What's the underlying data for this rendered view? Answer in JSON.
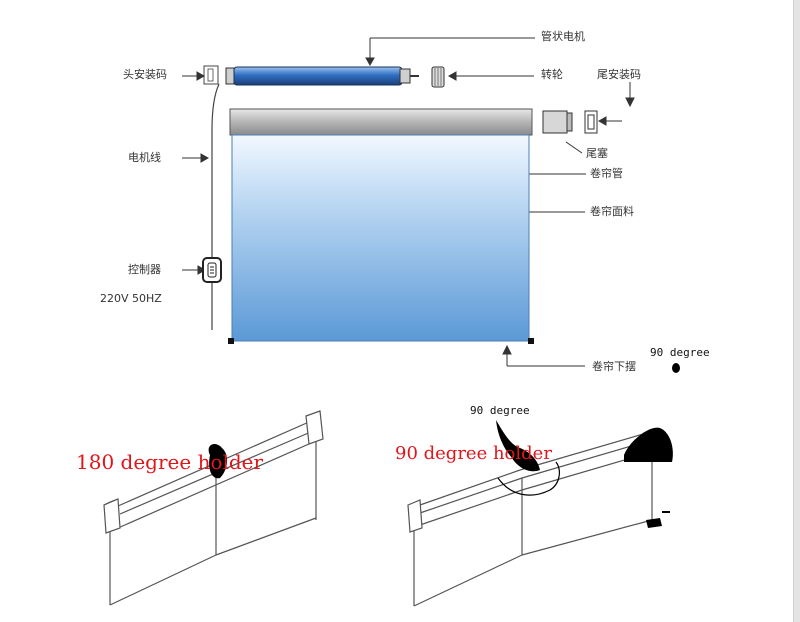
{
  "labels": {
    "tubular_motor": "管状电机",
    "head_mount_code": "头安装码",
    "transfer_wheel": "转轮",
    "tail_mount_code": "尾安装码",
    "motor_wire": "电机线",
    "end_plug": "尾塞",
    "roller_tube": "卷帘管",
    "curtain_fabric": "卷帘面料",
    "controller": "控制器",
    "power_spec": "220V 50HZ",
    "bottom_rail": "卷帘下摆"
  },
  "annotations": {
    "holder_180": "180 degree holder",
    "holder_90": "90 degree holder",
    "degree_90_top": "90 degree",
    "degree_90_mid": "90 degree"
  },
  "colors": {
    "fabric_top": "#ffffff",
    "fabric_bottom": "#5b99d6",
    "motor_blue": "#2f6fc2",
    "red_text": "#e0161b"
  }
}
